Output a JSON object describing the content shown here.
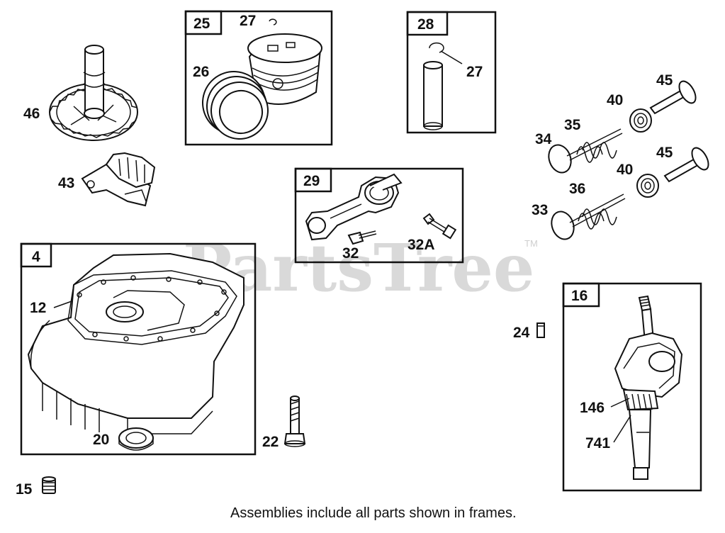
{
  "watermark": {
    "text": "PartsTree",
    "tm": "TM"
  },
  "footer": "Assemblies include all parts shown in frames.",
  "frames": {
    "f25": "25",
    "f28": "28",
    "f29": "29",
    "f4": "4",
    "f16": "16"
  },
  "labels": {
    "l27a": "27",
    "l26": "26",
    "l27b": "27",
    "l46": "46",
    "l43": "43",
    "l32": "32",
    "l32a": "32A",
    "l45a": "45",
    "l40a": "40",
    "l35": "35",
    "l34": "34",
    "l45b": "45",
    "l40b": "40",
    "l36": "36",
    "l33": "33",
    "l12": "12",
    "l20": "20",
    "l22": "22",
    "l24": "24",
    "l146": "146",
    "l741": "741",
    "l15": "15"
  }
}
